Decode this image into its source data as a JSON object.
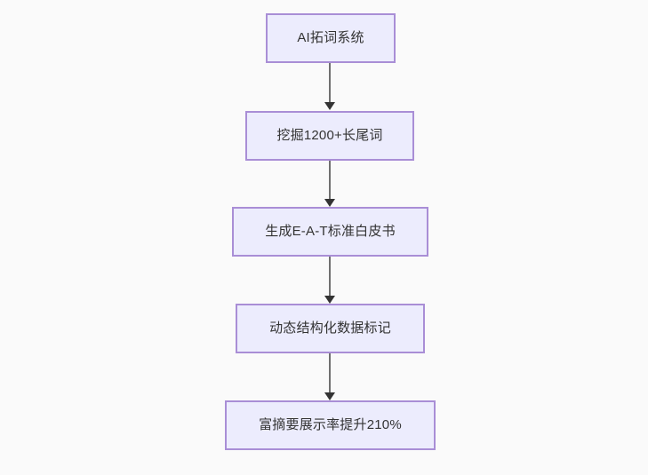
{
  "diagram": {
    "type": "flowchart",
    "direction": "top-to-bottom",
    "background_color": "#fafafa",
    "node_fill_color": "#ececfd",
    "node_border_color": "#a98ed6",
    "edge_color": "#707070",
    "arrowhead_color": "#333333",
    "text_color": "#333333",
    "nodes": [
      {
        "id": "n1",
        "label": "AI拓词系统"
      },
      {
        "id": "n2",
        "label": "挖掘1200+长尾词"
      },
      {
        "id": "n3",
        "label": "生成E-A-T标准白皮书"
      },
      {
        "id": "n4",
        "label": "动态结构化数据标记"
      },
      {
        "id": "n5",
        "label": "富摘要展示率提升210%"
      }
    ],
    "edges": [
      {
        "from": "n1",
        "to": "n2",
        "label": ""
      },
      {
        "from": "n2",
        "to": "n3",
        "label": ""
      },
      {
        "from": "n3",
        "to": "n4",
        "label": ""
      },
      {
        "from": "n4",
        "to": "n5",
        "label": ""
      }
    ]
  }
}
